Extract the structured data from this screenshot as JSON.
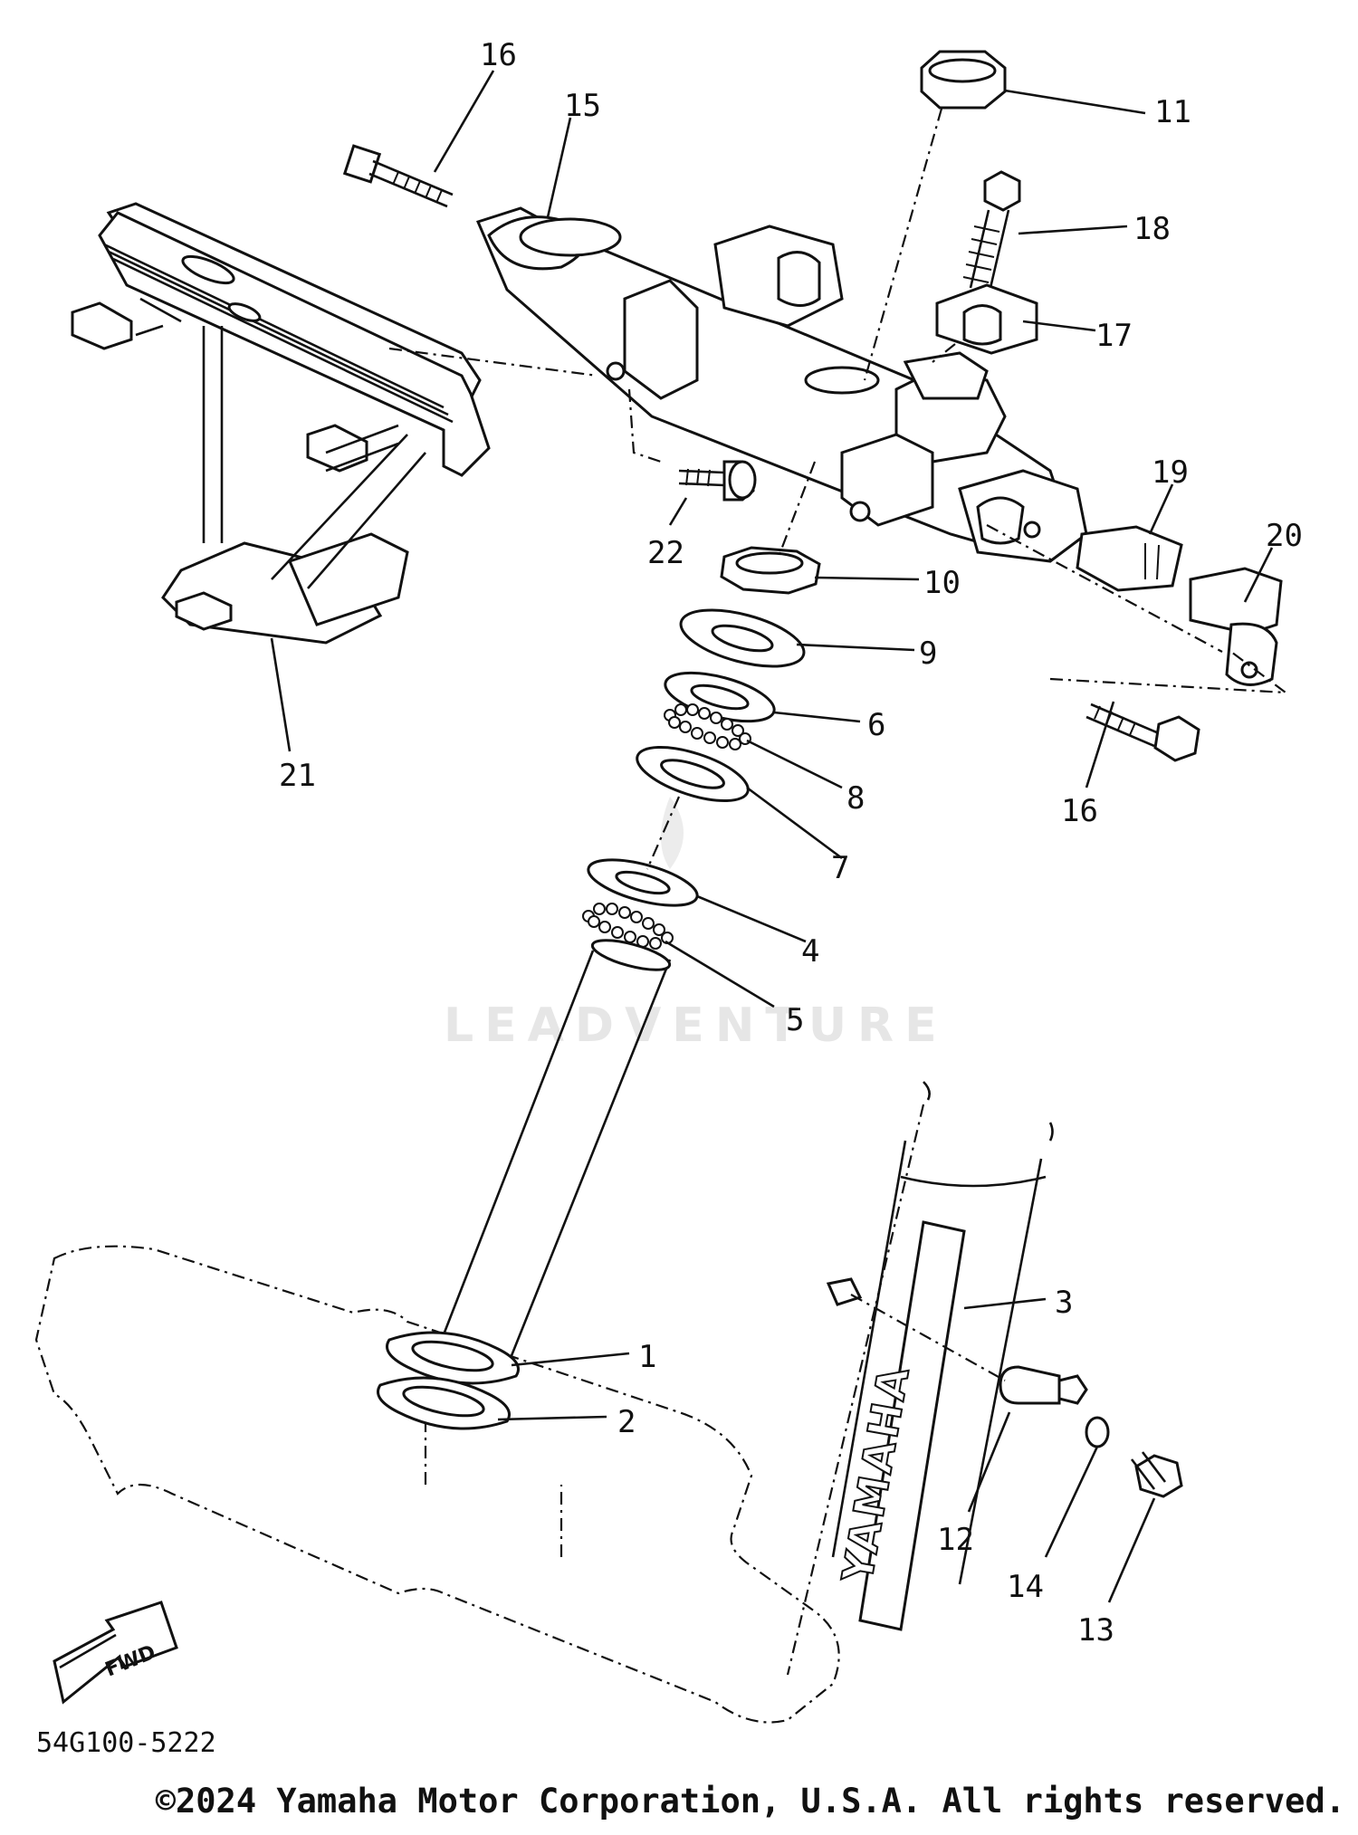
{
  "labels": [
    {
      "id": "16a",
      "text": "16"
    },
    {
      "id": "15",
      "text": "15"
    },
    {
      "id": "11",
      "text": "11"
    },
    {
      "id": "18",
      "text": "18"
    },
    {
      "id": "17",
      "text": "17"
    },
    {
      "id": "19",
      "text": "19"
    },
    {
      "id": "20",
      "text": "20"
    },
    {
      "id": "22",
      "text": "22"
    },
    {
      "id": "10",
      "text": "10"
    },
    {
      "id": "9",
      "text": "9"
    },
    {
      "id": "6",
      "text": "6"
    },
    {
      "id": "8",
      "text": "8"
    },
    {
      "id": "16b",
      "text": "16"
    },
    {
      "id": "7",
      "text": "7"
    },
    {
      "id": "21",
      "text": "21"
    },
    {
      "id": "4",
      "text": "4"
    },
    {
      "id": "5",
      "text": "5"
    },
    {
      "id": "3",
      "text": "3"
    },
    {
      "id": "1",
      "text": "1"
    },
    {
      "id": "2",
      "text": "2"
    },
    {
      "id": "12",
      "text": "12"
    },
    {
      "id": "14",
      "text": "14"
    },
    {
      "id": "13",
      "text": "13"
    }
  ],
  "fwd_label": "FWD",
  "fork_brand": "YAMAHA",
  "drawing_number": "54G100-5222",
  "watermark": "LEADVENTURE",
  "copyright": "©2024 Yamaha Motor Corporation, U.S.A. All rights reserved."
}
